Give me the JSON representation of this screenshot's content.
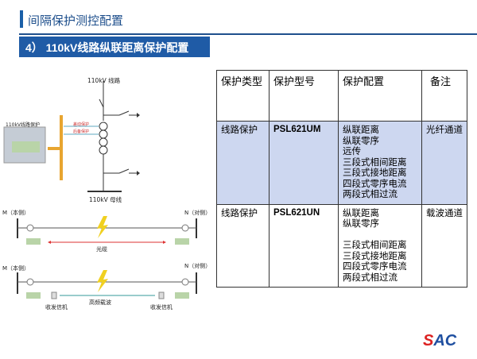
{
  "header": {
    "title": "间隔保护测控配置",
    "subtitle": "4） 110kV线路纵联距离保护配置"
  },
  "diagram": {
    "line_label": "110kV 线路",
    "bus_label": "110kV 母线",
    "device_label": "110kV线路保护",
    "signal1": "差动保护",
    "signal2": "后备保护",
    "m_side": "M（本侧）",
    "n_side": "N（对侧）",
    "fiber": "光缆",
    "carrier": "高频载波",
    "transceiver": "收发信机"
  },
  "table": {
    "headers": [
      "保护类型",
      "保护型号",
      "保护配置",
      "备注"
    ],
    "rows": [
      {
        "type": "线路保护",
        "model": "PSL621UM",
        "config": [
          "纵联距离",
          "纵联零序",
          "远传",
          "三段式相间距离",
          "三段式接地距离",
          "四段式零序电流",
          "两段式相过流"
        ],
        "note": "光纤通道"
      },
      {
        "type": "线路保护",
        "model": "PSL621UN",
        "config": [
          "纵联距离",
          "纵联零序",
          "",
          "三段式相间距离",
          "三段式接地距离",
          "四段式零序电流",
          "两段式相过流"
        ],
        "note": "载波通道"
      }
    ]
  },
  "logo": {
    "text": "SAC"
  }
}
